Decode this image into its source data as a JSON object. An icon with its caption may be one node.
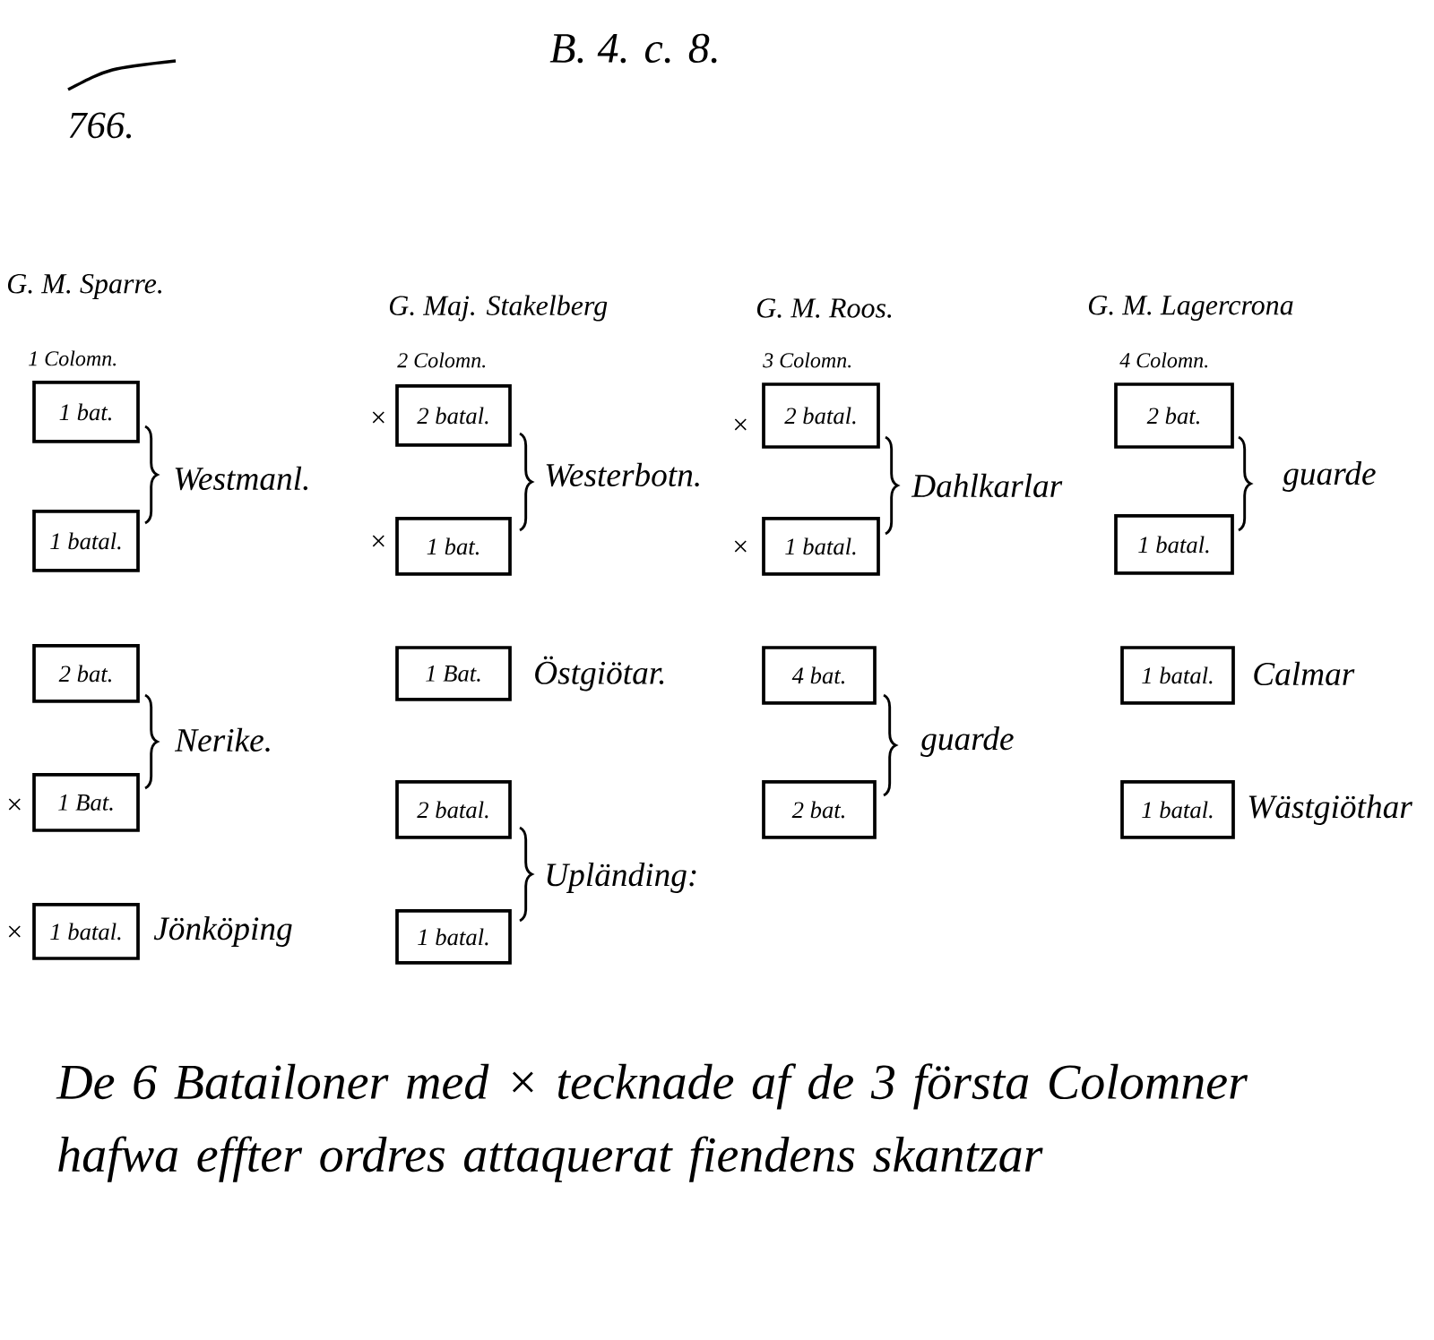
{
  "diagram": {
    "nodes": [
      {
        "text": [
          "1 bat."
        ]
      },
      {
        "text": [
          "1 batal."
        ]
      },
      {
        "text": [
          "2 bat."
        ]
      },
      {
        "text": [
          "1 Bat."
        ],
        "beside": [
          "×"
        ]
      },
      {
        "text": [
          "1 batal."
        ],
        "beside": [
          "×",
          "Jönköping"
        ]
      },
      {
        "text": [
          "2 batal."
        ],
        "beside": [
          "×"
        ]
      },
      {
        "text": [
          "1 bat."
        ],
        "beside": [
          "×"
        ]
      },
      {
        "text": [
          "1 Bat."
        ],
        "beside": [
          "Östgiötar."
        ]
      },
      {
        "text": [
          "2 batal."
        ]
      },
      {
        "text": [
          "1 batal."
        ]
      },
      {
        "text": [
          "2 batal."
        ],
        "beside": [
          "×"
        ]
      },
      {
        "text": [
          "1 batal."
        ],
        "beside": [
          "×"
        ]
      },
      {
        "text": [
          "4 bat."
        ]
      },
      {
        "text": [
          "2 bat."
        ]
      },
      {
        "text": [
          "2 bat."
        ]
      },
      {
        "text": [
          "1 batal."
        ]
      },
      {
        "text": [
          "1 batal."
        ],
        "beside": [
          "Calmar"
        ]
      },
      {
        "text": [
          "1 batal."
        ],
        "beside": [
          "Wästgiöthar"
        ]
      }
    ],
    "labels": [
      "B. 4. c. 8.",
      "766.",
      "G. M. Sparre.",
      "G. Maj. Stakelberg",
      "G. M. Roos.",
      "G. M. Lagercrona",
      "1 Colomn.",
      "2 Colomn.",
      "3 Colomn.",
      "4 Colomn.",
      "Westmanl.",
      "Westerbotn.",
      "Dahlkarlar",
      "guarde",
      "Nerike.",
      "guarde",
      "Upländing:",
      "De 6 Batailoner med × tecknade af de 3 första Colomner hafwa effter ordres attaquerat fiendens skantzar"
    ]
  }
}
